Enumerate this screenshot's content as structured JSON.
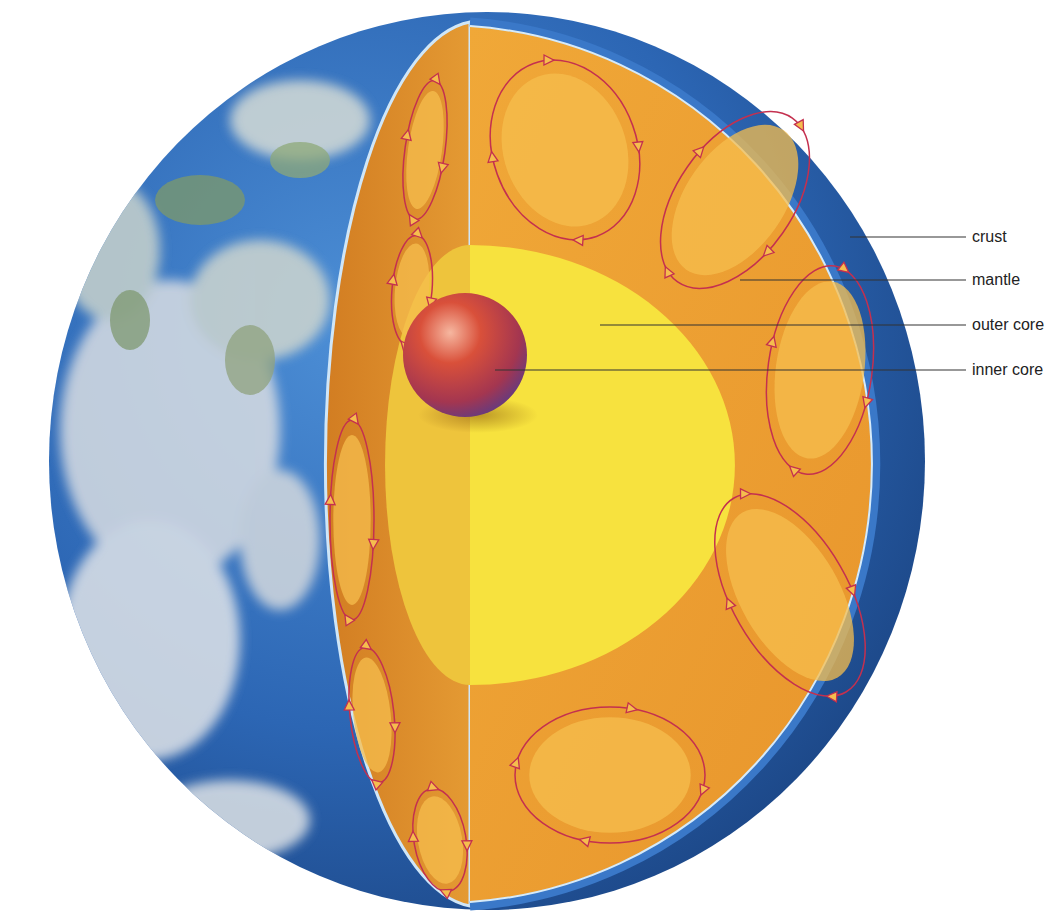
{
  "diagram": {
    "labels": [
      "crust",
      "mantle",
      "outer core",
      "inner core"
    ]
  }
}
